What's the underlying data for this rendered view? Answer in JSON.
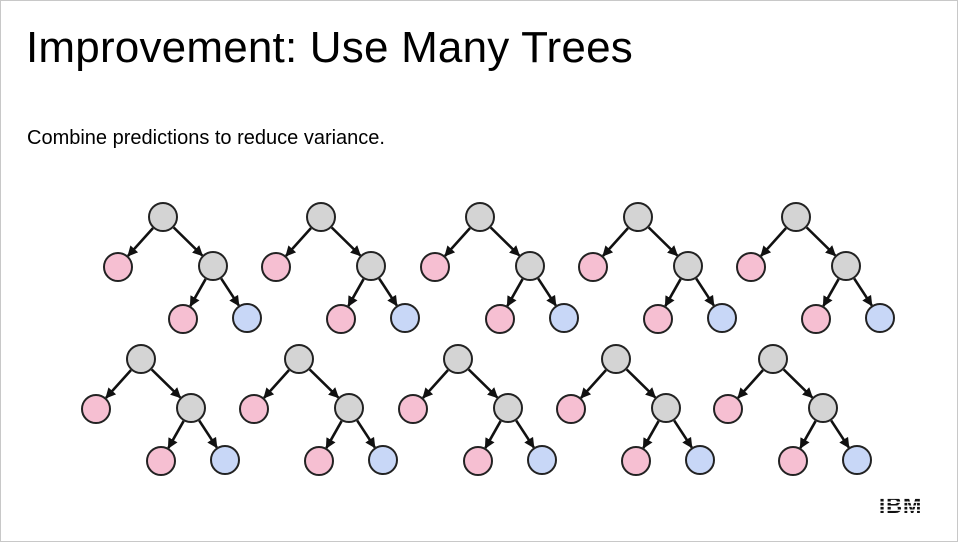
{
  "slide": {
    "title": "Improvement: Use Many Trees",
    "subtitle": "Combine predictions to reduce variance.",
    "logo_text": "IBM"
  },
  "diagram": {
    "trees_total": 10,
    "rows": 2,
    "trees_per_row": 5,
    "node_colors": {
      "internal": "#d4d4d4",
      "leaf_pink": "#f6bfd2",
      "leaf_blue": "#c8d7f7",
      "outline": "#222222"
    }
  }
}
